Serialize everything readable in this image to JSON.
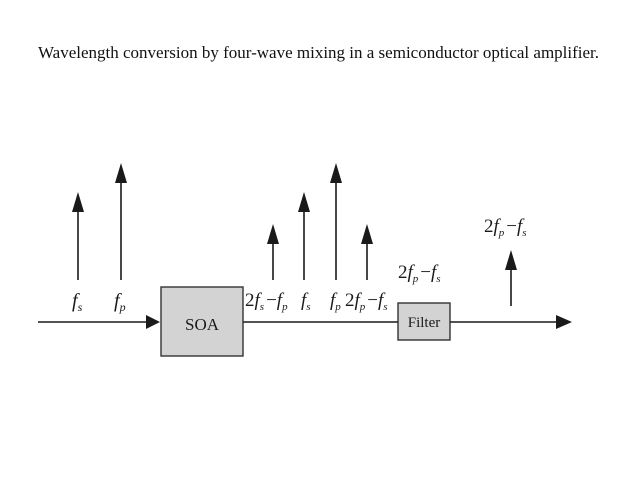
{
  "caption": "Wavelength conversion by four-wave mixing in a semiconductor optical amplifier.",
  "blocks": {
    "soa": "SOA",
    "filter": "Filter"
  },
  "labels": {
    "fs": "f",
    "fs_sub": "s",
    "fp": "f",
    "fp_sub": "p",
    "idler_s": {
      "coef": "2",
      "f1": "f",
      "s1": "s",
      "minus": "−",
      "f2": "f",
      "s2": "p"
    },
    "out_fs": "f",
    "out_fs_sub": "s",
    "out_fp": "f",
    "out_fp_sub": "p",
    "idler_p": {
      "coef": "2",
      "f1": "f",
      "s1": "p",
      "minus": "−",
      "f2": "f",
      "s2": "s"
    },
    "filter_top": {
      "coef": "2",
      "f1": "f",
      "s1": "p",
      "minus": "−",
      "f2": "f",
      "s2": "s"
    },
    "final": {
      "coef": "2",
      "f1": "f",
      "s1": "p",
      "minus": "−",
      "f2": "f",
      "s2": "s"
    }
  },
  "colors": {
    "line": "#1a1a1a",
    "box_fill": "#d3d3d3",
    "box_stroke": "#333333"
  }
}
